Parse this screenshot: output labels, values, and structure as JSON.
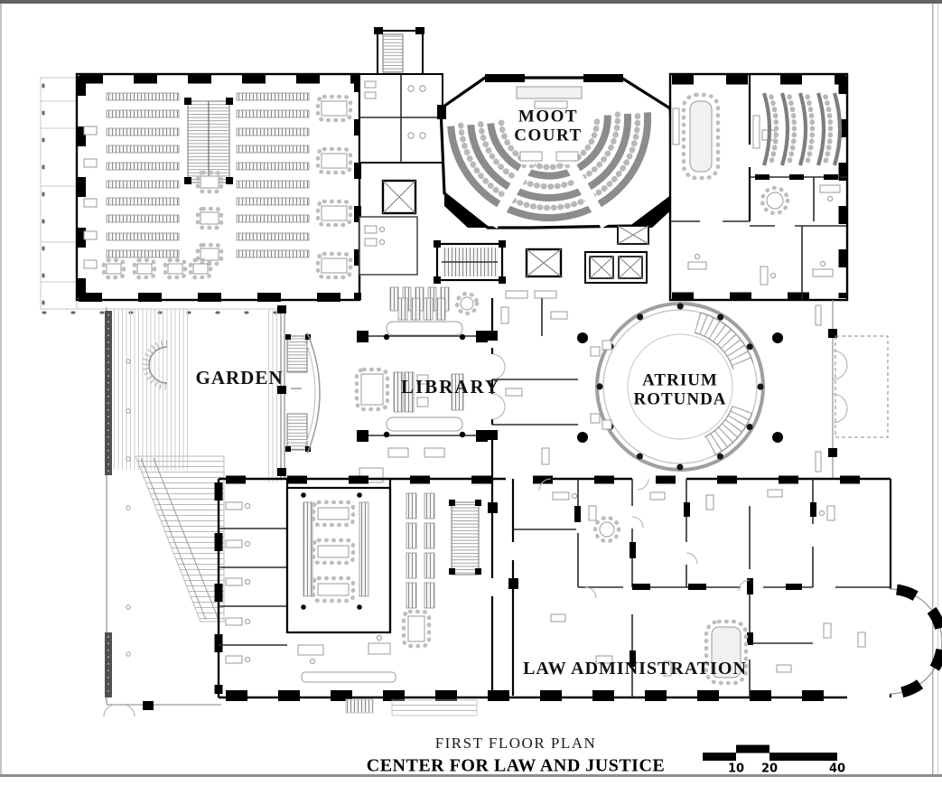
{
  "plan": {
    "room_labels": {
      "moot_court": {
        "lines": [
          "MOOT",
          "COURT"
        ]
      },
      "garden": {
        "lines": [
          "GARDEN"
        ]
      },
      "library": {
        "lines": [
          "LIBRARY"
        ]
      },
      "atrium_rotunda": {
        "lines": [
          "ATRIUM",
          "ROTUNDA"
        ]
      },
      "law_administration": {
        "lines": [
          "LAW ADMINISTRATION"
        ]
      }
    },
    "title_block": {
      "line1": "FIRST FLOOR PLAN",
      "line2": "CENTER FOR LAW AND JUSTICE"
    },
    "scale_bar": {
      "ticks": [
        "10",
        "20",
        "40"
      ]
    },
    "colors": {
      "walls": "#000000",
      "tier_seating": "#8c8c8c",
      "furniture_lines": "#9a9a9a",
      "background": "#ffffff"
    }
  }
}
